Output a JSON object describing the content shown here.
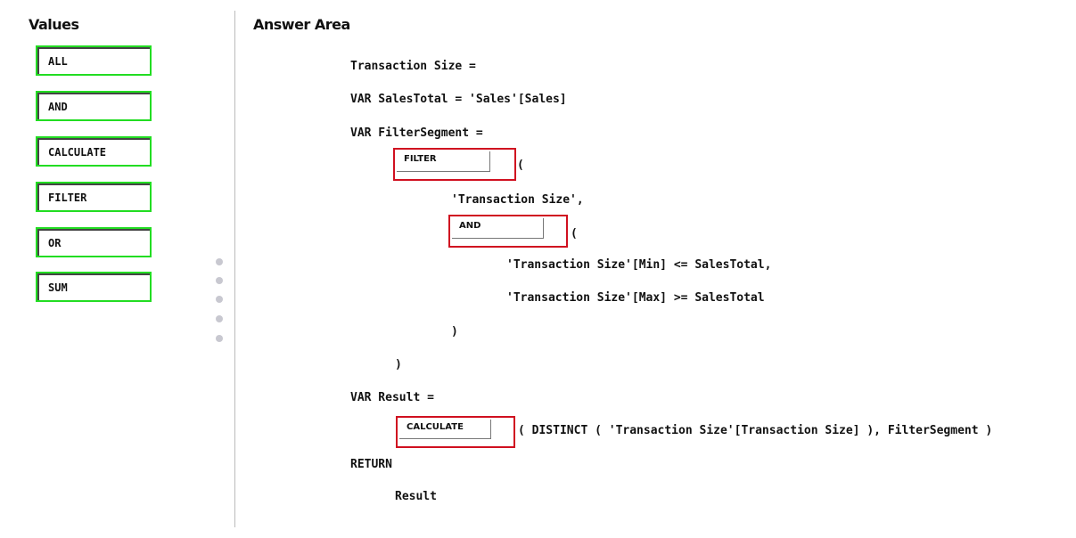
{
  "values_title": "Values",
  "answer_title": "Answer Area",
  "values": [
    "ALL",
    "AND",
    "CALCULATE",
    "FILTER",
    "OR",
    "SUM"
  ],
  "code": {
    "l1": "Transaction Size =",
    "l2": "VAR SalesTotal = 'Sales'[Sales]",
    "l3": "VAR FilterSegment =",
    "l4": "(",
    "l5": "'Transaction Size',",
    "l6": "(",
    "l7": "'Transaction Size'[Min] <= SalesTotal,",
    "l8": "'Transaction Size'[Max] >= SalesTotal",
    "l9": ")",
    "l10": ")",
    "l11": "VAR Result =",
    "l12": "( DISTINCT ( 'Transaction Size'[Transaction Size] ), FilterSegment )",
    "l13": "RETURN",
    "l14": "Result"
  },
  "slots": {
    "slot1": "FILTER",
    "slot2": "AND",
    "slot3": "CALCULATE"
  }
}
